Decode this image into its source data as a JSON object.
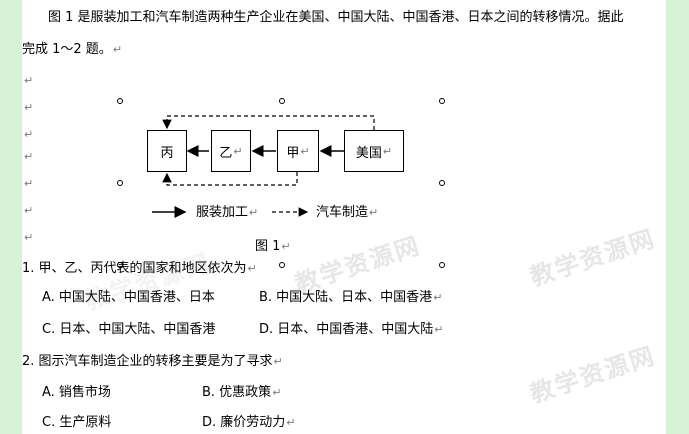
{
  "intro": {
    "line1": "图 1 是服装加工和汽车制造两种生产企业在美国、中国大陆、中国香港、日本之间的转移情况。据此",
    "line2": "完成 1～2 题。"
  },
  "paragraph_mark": "↵",
  "watermark": "教学资源网",
  "figure": {
    "boxes": {
      "bing": "丙",
      "yi": "乙",
      "jia": "甲",
      "usa": "美国"
    },
    "legend_solid": "服装加工",
    "legend_dashed": "汽车制造",
    "caption": "图 1"
  },
  "q1": {
    "stem": "1. 甲、乙、丙代表的国家和地区依次为",
    "a": "A. 中国大陆、中国香港、日本",
    "b": "B. 中国大陆、日本、中国香港",
    "c": "C. 日本、中国大陆、中国香港",
    "d": "D. 日本、中国香港、中国大陆"
  },
  "q2": {
    "stem": "2. 图示汽车制造企业的转移主要是为了寻求",
    "a": "A. 销售市场",
    "b": "B. 优惠政策",
    "c": "C. 生产原料",
    "d": "D. 廉价劳动力"
  }
}
